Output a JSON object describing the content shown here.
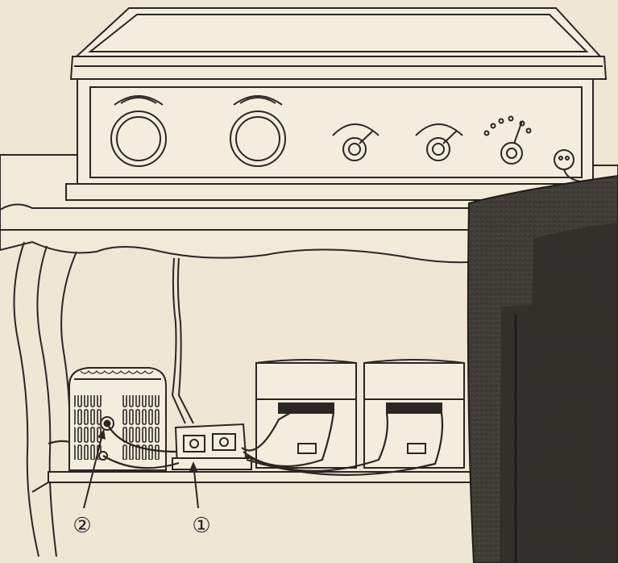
{
  "colors": {
    "paper": "#efe6d4",
    "ink": "#2a2622",
    "speaker": "#3d3a36",
    "speaker_edge": "#1f1d1b"
  },
  "callouts": [
    {
      "id": "callout-1",
      "label": "①"
    },
    {
      "id": "callout-2",
      "label": "②"
    }
  ]
}
